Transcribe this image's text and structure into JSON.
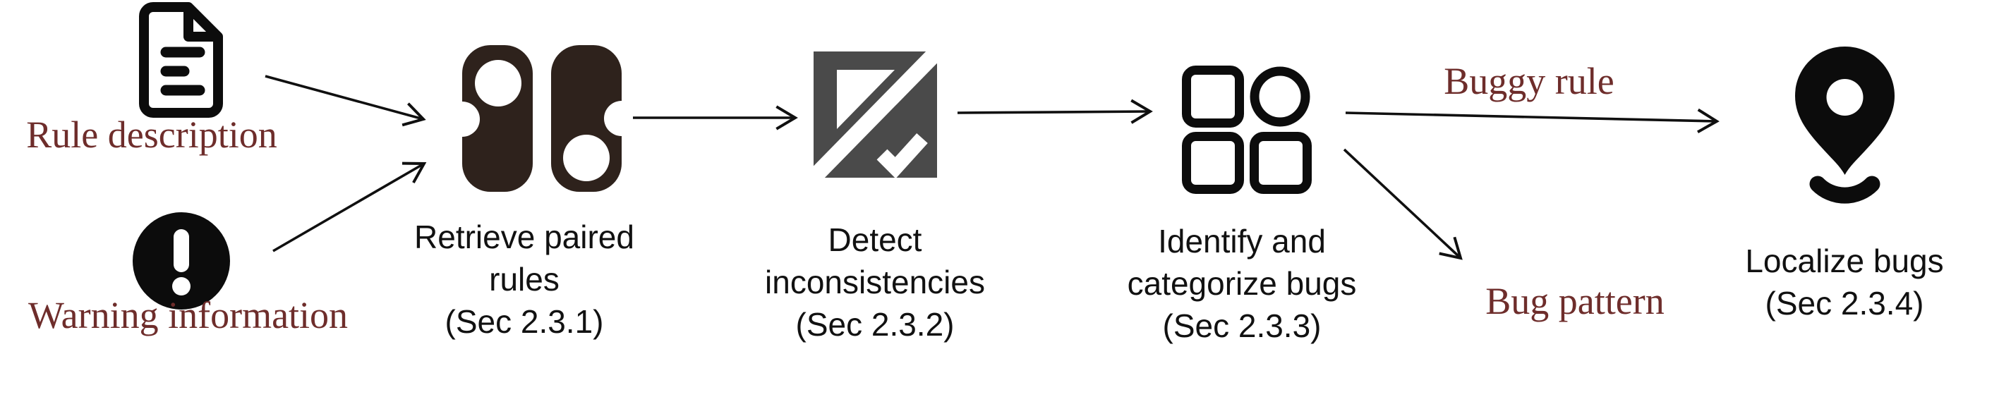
{
  "colors": {
    "maroon": "#6e2d2b",
    "icon-brown": "#2e221c",
    "icon-gray": "#4a4a4a",
    "icon-black": "#0c0c0c",
    "text-black": "#111111",
    "arrow": "#101010"
  },
  "inputs": [
    {
      "id": "rule-description",
      "label": "Rule description",
      "icon": "document-icon"
    },
    {
      "id": "warning-information",
      "label": "Warning information",
      "icon": "warning-icon"
    }
  ],
  "steps": [
    {
      "id": "retrieve-paired-rules",
      "label": "Retrieve paired\nrules\n(Sec 2.3.1)",
      "icon": "paired-rules-icon"
    },
    {
      "id": "detect-inconsistencies",
      "label": "Detect\ninconsistencies\n(Sec 2.3.2)",
      "icon": "inconsistency-check-icon"
    },
    {
      "id": "identify-categorize-bugs",
      "label": "Identify and\ncategorize bugs\n(Sec 2.3.3)",
      "icon": "category-grid-icon"
    },
    {
      "id": "localize-bugs",
      "label": "Localize bugs\n(Sec 2.3.4)",
      "icon": "map-pin-icon"
    }
  ],
  "edge_labels": [
    {
      "id": "buggy-rule",
      "label": "Buggy rule"
    },
    {
      "id": "bug-pattern",
      "label": "Bug pattern"
    }
  ]
}
